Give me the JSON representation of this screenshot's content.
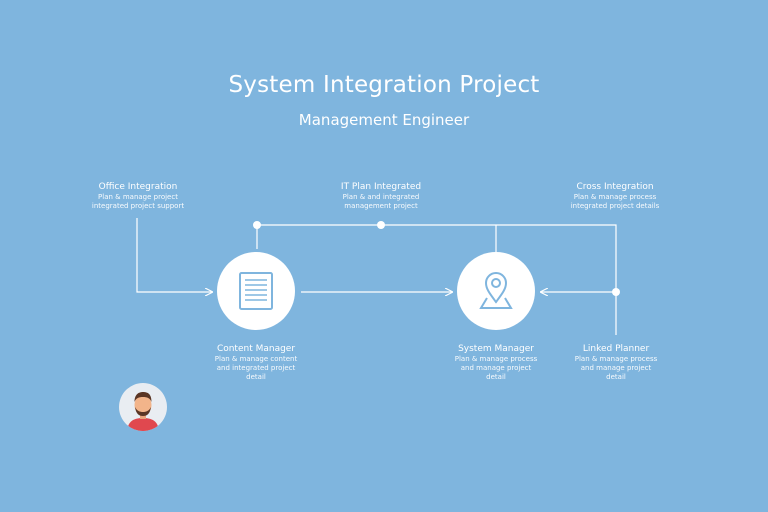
{
  "title": "System Integration Project",
  "subtitle": "Management Engineer",
  "top_labels": [
    {
      "heading": "Office Integration",
      "lines": [
        "Plan & manage project",
        "integrated project support"
      ]
    },
    {
      "heading": "IT Plan Integrated",
      "lines": [
        "Plan & and integrated",
        "management project"
      ]
    },
    {
      "heading": "Cross Integration",
      "lines": [
        "Plan & manage process",
        "integrated project details"
      ]
    }
  ],
  "bottom_labels": [
    {
      "heading": "Content Manager",
      "lines": [
        "Plan & manage content",
        "and integrated project",
        "detail"
      ]
    },
    {
      "heading": "System Manager",
      "lines": [
        "Plan & manage process",
        "and manage project",
        "detail"
      ]
    },
    {
      "heading": "Linked Planner",
      "lines": [
        "Plan & manage process",
        "and manage project",
        "detail"
      ]
    }
  ],
  "icons": {
    "document": "document-icon",
    "location": "location-pin-icon",
    "avatar": "user-avatar-icon"
  },
  "colors": {
    "background": "#7fb5de",
    "line": "#ffffff",
    "node_fill": "#ffffff",
    "icon_stroke": "#7fb5de",
    "avatar_shirt": "#e0484f",
    "avatar_skin": "#f2b48a",
    "avatar_hair": "#5a3524"
  }
}
